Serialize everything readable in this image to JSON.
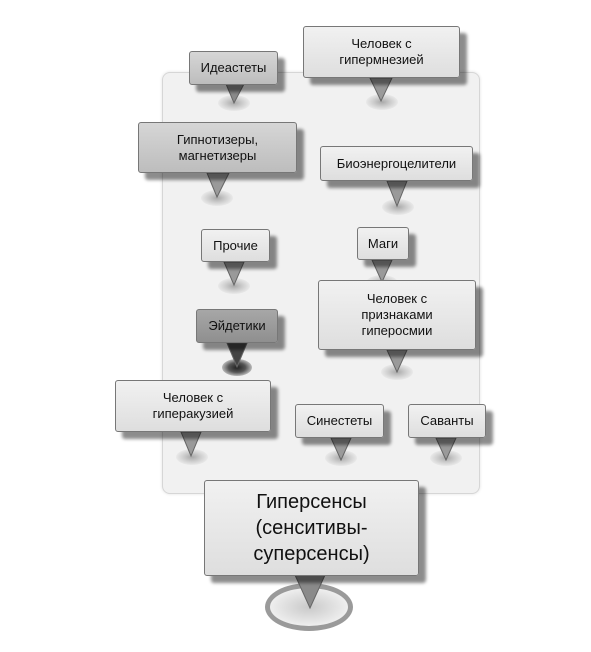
{
  "diagram": {
    "nodes": [
      {
        "id": "ideastety",
        "label": "Идеастеты"
      },
      {
        "id": "hypermnesia",
        "label": "Человек с\nгипермнезией"
      },
      {
        "id": "hypnotizers",
        "label": "Гипнотизеры,\nмагнетизеры"
      },
      {
        "id": "bioenergy",
        "label": "Биоэнергоцелители"
      },
      {
        "id": "prochie",
        "label": "Прочие"
      },
      {
        "id": "magi",
        "label": "Маги"
      },
      {
        "id": "eidetiki",
        "label": "Эйдетики"
      },
      {
        "id": "hyperosmia",
        "label": "Человек с\nпризнаками\nгиперосмии"
      },
      {
        "id": "hyperacusis",
        "label": "Человек с\nгиперакузией"
      },
      {
        "id": "synesthetes",
        "label": "Синестеты"
      },
      {
        "id": "savants",
        "label": "Саванты"
      }
    ],
    "main": {
      "label": "Гиперсенсы\n(сенситивы-\nсуперсенсы)"
    }
  }
}
